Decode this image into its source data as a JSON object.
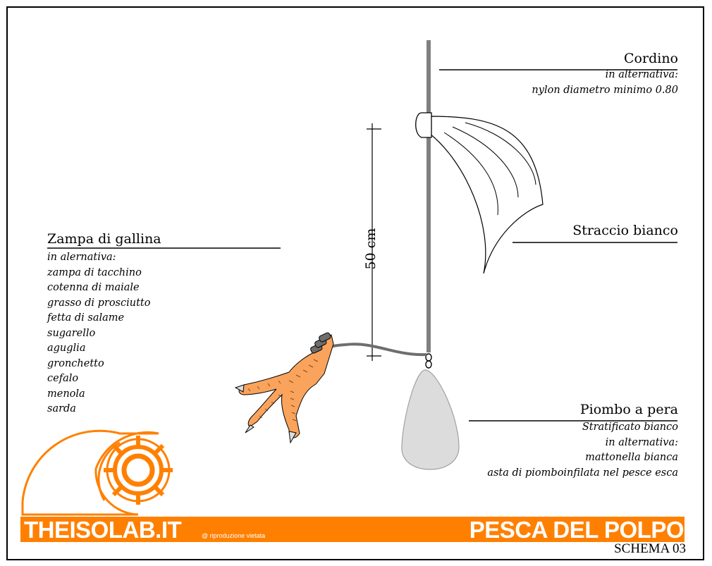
{
  "labels": {
    "cordino": {
      "title": "Cordino",
      "lines": [
        "in alternativa:",
        "nylon diametro minimo 0.80"
      ]
    },
    "straccio": {
      "title": "Straccio bianco"
    },
    "piombo": {
      "title": "Piombo a pera",
      "lines": [
        "Stratificato bianco",
        "in alternativa:",
        "mattonella bianca",
        "asta di piomboinfilata nel pesce esca"
      ]
    },
    "zampa": {
      "title": "Zampa di gallina",
      "lines": [
        "in alernativa:",
        "zampa di tacchino",
        "cotenna di maiale",
        "grasso di prosciutto",
        "fetta di salame",
        "sugarello",
        "aguglia",
        "gronchetto",
        "cefalo",
        "menola",
        "sarda"
      ]
    },
    "dimension": "50 cm"
  },
  "footer": {
    "brand": "THEISOLAB.IT",
    "notice": "@ riproduzione vietata",
    "title": "PESCA DEL POLPO",
    "schema": "SCHEMA 03"
  },
  "colors": {
    "accent": "#ff8000",
    "rod": "#808080",
    "weight": "#dcdcdc",
    "claw": "#f9a35c"
  }
}
